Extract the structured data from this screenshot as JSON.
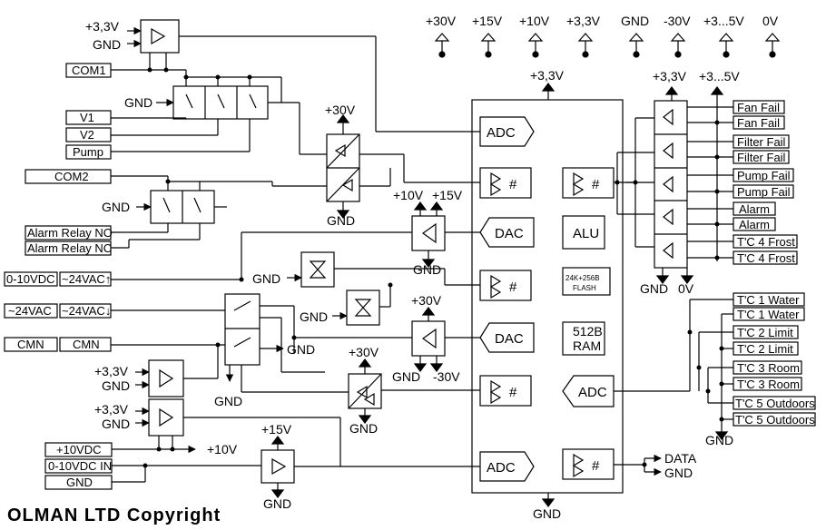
{
  "watermark": "OLMAN LTD Copyright",
  "rails": {
    "r30": "+30V",
    "r15": "+15V",
    "r10": "+10V",
    "r33": "+3,3V",
    "gnd": "GND",
    "m30": "-30V",
    "r35": "+3...5V",
    "z0": "0V"
  },
  "power": {
    "p33": "+3,3V",
    "p30": "+30V",
    "p15": "+15V",
    "p10": "+10V",
    "m30": "-30V",
    "gnd": "GND",
    "z0": "0V",
    "p35": "+3...5V"
  },
  "left_connectors": {
    "com1": "COM1",
    "v1": "V1",
    "v2": "V2",
    "pump": "Pump",
    "com2": "COM2",
    "alarm_no": "Alarm Relay NO",
    "alarm_nc": "Alarm Relay NC",
    "vdc_0_10": "0-10VDC",
    "vac24_up": "~24VAC↑",
    "vac24": "~24VAC",
    "vac24_down": "~24VAC↓",
    "cmn": "CMN",
    "vdc10": "+10VDC",
    "vdc_in": "0-10VDC IN",
    "gnd": "GND"
  },
  "mcu_blocks": {
    "adc": "ADC",
    "dac": "DAC",
    "alu": "ALU",
    "flash1": "24K+256B",
    "flash2": "FLASH",
    "ram1": "512B",
    "ram2": "RAM",
    "hash": "#"
  },
  "right_connectors": {
    "digital": [
      "Fan Fail",
      "Fan Fail",
      "Filter Fail",
      "Filter Fail",
      "Pump Fail",
      "Pump Fail",
      "Alarm",
      "Alarm",
      "T'C 4 Frost",
      "T'C 4 Frost"
    ],
    "analog": [
      "T'C 1 Water",
      "T'C 1 Water",
      "T'C 2 Limit",
      "T'C 2 Limit",
      "T'C 3 Room",
      "T'C 3 Room",
      "T'C 5 Outdoors",
      "T'C 5 Outdoors"
    ],
    "data": "DATA",
    "gnd": "GND"
  }
}
